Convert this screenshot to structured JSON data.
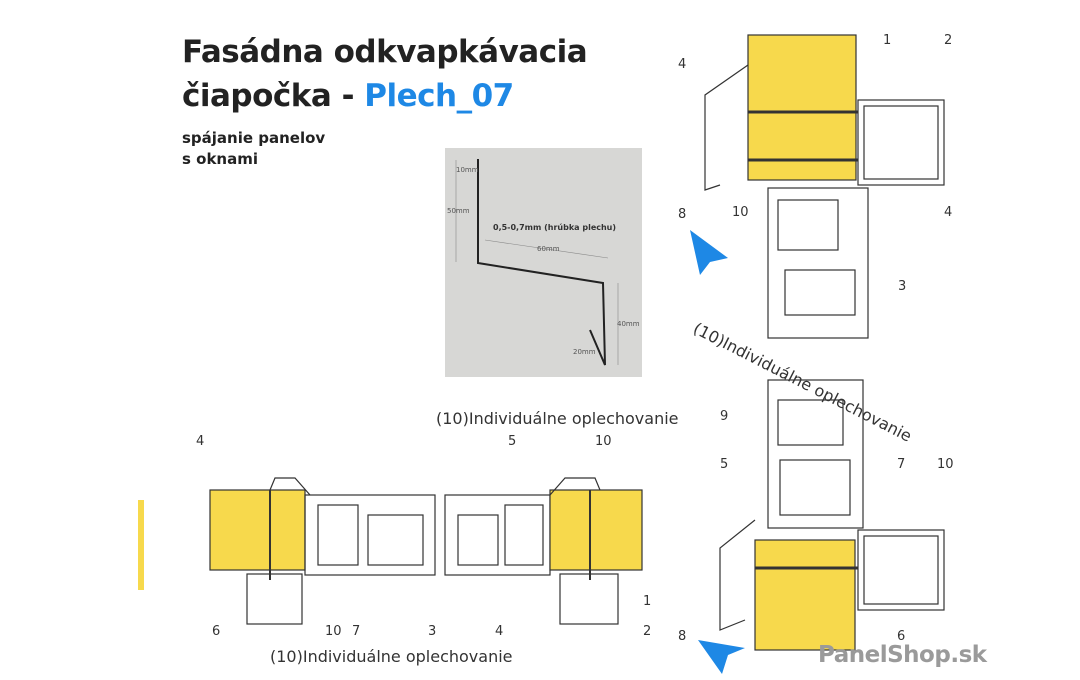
{
  "title": {
    "line1": "Fasádna odkvapkávacia",
    "line2_prefix": "čiapočka - ",
    "line2_accent": "Plech_07",
    "accent_color": "#1e88e5"
  },
  "subtitle": {
    "line1": "spájanie panelov",
    "line2": "s oknami"
  },
  "inset": {
    "thickness": "0,5-0,7mm (hrúbka plechu)",
    "dims": [
      "10mm",
      "50mm",
      "60mm",
      "40mm",
      "20mm"
    ]
  },
  "notes": {
    "top_right": "(10)Individuálne oplechovanie",
    "middle": "(10)Individuálne oplechovanie",
    "bottom": "(10)Individuálne oplechovanie"
  },
  "labels": {
    "tr": [
      "1",
      "2",
      "4",
      "8",
      "10",
      "4",
      "3"
    ],
    "br": [
      "9",
      "5",
      "7",
      "10",
      "8",
      "6"
    ],
    "bl": [
      "4",
      "6",
      "10",
      "7",
      "3"
    ],
    "bm": [
      "5",
      "10",
      "4",
      "1",
      "2"
    ]
  },
  "colors": {
    "panel": "#f7d94c",
    "arrow": "#1e88e5",
    "inset_bg": "#d7d7d5"
  },
  "logo": {
    "text": "PanelShop",
    "suffix": ".sk"
  }
}
